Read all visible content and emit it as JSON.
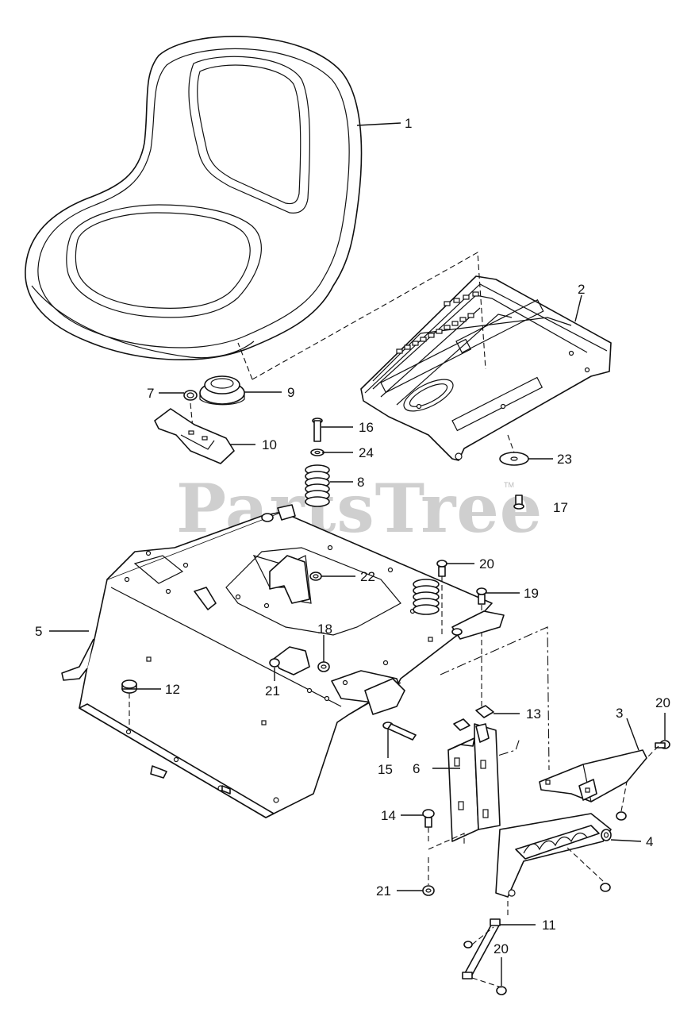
{
  "watermark": {
    "text": "PartsTree",
    "trademark": "TM"
  },
  "callouts": {
    "c1": "1",
    "c2": "2",
    "c3": "3",
    "c4": "4",
    "c5": "5",
    "c6": "6",
    "c7": "7",
    "c8": "8",
    "c9": "9",
    "c10": "10",
    "c11": "11",
    "c12": "12",
    "c13": "13",
    "c14": "14",
    "c15": "15",
    "c16": "16",
    "c17": "17",
    "c18": "18",
    "c19": "19",
    "c20a": "20",
    "c20b": "20",
    "c20c": "20",
    "c21a": "21",
    "c21b": "21",
    "c22": "22",
    "c23": "23",
    "c24": "24"
  }
}
